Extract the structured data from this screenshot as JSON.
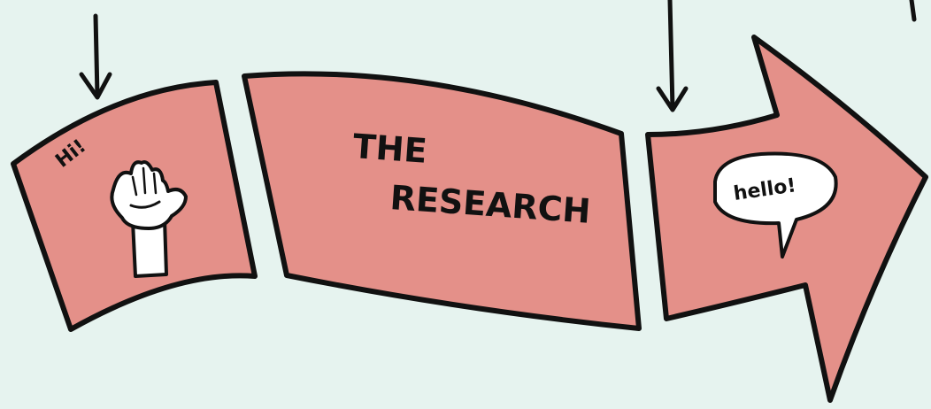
{
  "colors": {
    "background": "#e6f3ef",
    "segment_fill": "#e49089",
    "outline": "#111111",
    "bubble_fill": "#ffffff"
  },
  "segment_left": {
    "greeting": "Hi!",
    "icon": "waving-hand-icon"
  },
  "segment_middle": {
    "title_line1": "THE",
    "title_line2": "RESEARCH"
  },
  "segment_right": {
    "bubble_text": "hello!",
    "icon": "speech-bubble-icon"
  }
}
